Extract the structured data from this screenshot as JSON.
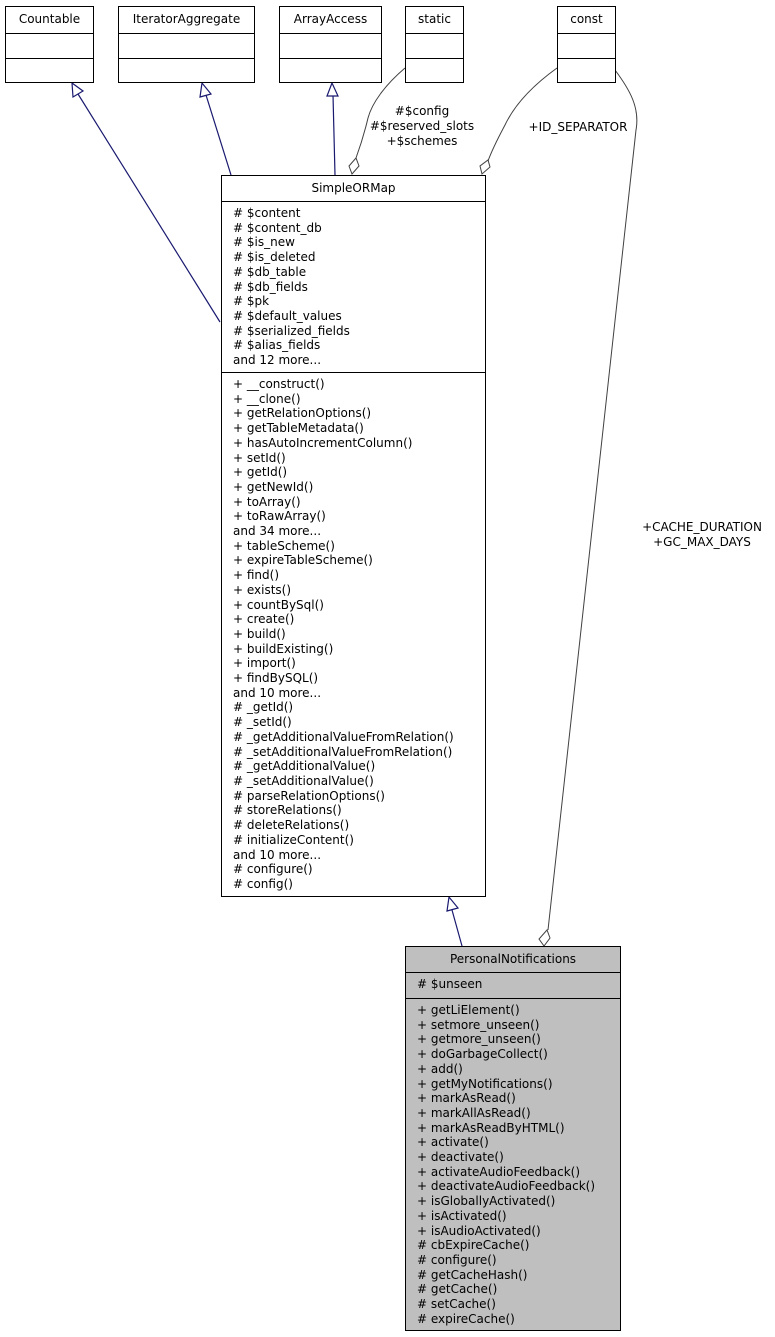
{
  "nodes": {
    "countable": {
      "title": "Countable"
    },
    "iterator_aggregate": {
      "title": "IteratorAggregate"
    },
    "array_access": {
      "title": "ArrayAccess"
    },
    "static": {
      "title": "static"
    },
    "const": {
      "title": "const"
    },
    "simple_or_map": {
      "title": "SimpleORMap",
      "attributes": [
        "# $content",
        "# $content_db",
        "# $is_new",
        "# $is_deleted",
        "# $db_table",
        "# $db_fields",
        "# $pk",
        "# $default_values",
        "# $serialized_fields",
        "# $alias_fields",
        "and 12 more..."
      ],
      "methods": [
        "+ __construct()",
        "+ __clone()",
        "+ getRelationOptions()",
        "+ getTableMetadata()",
        "+ hasAutoIncrementColumn()",
        "+ setId()",
        "+ getId()",
        "+ getNewId()",
        "+ toArray()",
        "+ toRawArray()",
        "and 34 more...",
        "+ tableScheme()",
        "+ expireTableScheme()",
        "+ find()",
        "+ exists()",
        "+ countBySql()",
        "+ create()",
        "+ build()",
        "+ buildExisting()",
        "+ import()",
        "+ findBySQL()",
        "and 10 more...",
        "# _getId()",
        "# _setId()",
        "# _getAdditionalValueFromRelation()",
        "# _setAdditionalValueFromRelation()",
        "# _getAdditionalValue()",
        "# _setAdditionalValue()",
        "# parseRelationOptions()",
        "# storeRelations()",
        "# deleteRelations()",
        "# initializeContent()",
        "and 10 more...",
        "# configure()",
        "# config()"
      ]
    },
    "personal_notifications": {
      "title": "PersonalNotifications",
      "attributes": [
        "# $unseen"
      ],
      "methods": [
        "+ getLiElement()",
        "+ setmore_unseen()",
        "+ getmore_unseen()",
        "+ doGarbageCollect()",
        "+ add()",
        "+ getMyNotifications()",
        "+ markAsRead()",
        "+ markAllAsRead()",
        "+ markAsReadByHTML()",
        "+ activate()",
        "+ deactivate()",
        "+ activateAudioFeedback()",
        "+ deactivateAudioFeedback()",
        "+ isGloballyActivated()",
        "+ isActivated()",
        "+ isAudioActivated()",
        "# cbExpireCache()",
        "# configure()",
        "# getCacheHash()",
        "# getCache()",
        "# setCache()",
        "# expireCache()"
      ]
    }
  },
  "edge_labels": {
    "static_to_som": "#$config\n#$reserved_slots\n+$schemes",
    "const_to_som": "+ID_SEPARATOR",
    "const_to_pn": "+CACHE_DURATION\n+GC_MAX_DAYS"
  }
}
